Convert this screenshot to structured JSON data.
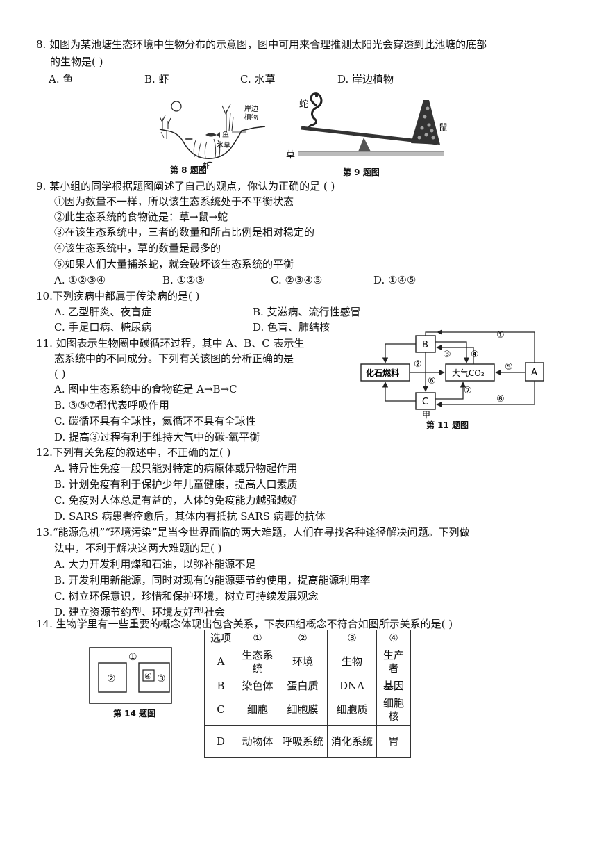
{
  "q8": {
    "stem_line1": "8. 如图为某池塘生态环境中生物分布的示意图，图中可用来合理推测太阳光会穿透到此池塘的底部",
    "stem_line2": "的生物是(    )",
    "options": [
      "A. 鱼",
      "B. 虾",
      "C. 水草",
      "D. 岸边植物"
    ],
    "figure": {
      "label_shore": "岸边",
      "label_plant": "植物",
      "label_fish": "鱼",
      "label_grass": "水草",
      "label_shrimp": "虾",
      "caption": "第 8 题图"
    }
  },
  "q9": {
    "figure": {
      "label_snake": "蛇",
      "label_mouse": "鼠",
      "label_grass": "草",
      "caption": "第 9 题图"
    },
    "stem": "9. 某小组的同学根据题图阐述了自己的观点，你认为正确的是 (    )",
    "statements": [
      "①因为数量不一样，所以该生态系统处于不平衡状态",
      "②此生态系统的食物链是：草→鼠→蛇",
      "③在该生态系统中，三者的数量和所占比例是相对稳定的",
      "④该生态系统中，草的数量是最多的",
      "⑤如果人们大量捕杀蛇，就会破坏该生态系统的平衡"
    ],
    "options": [
      "A. ①②③④",
      "B. ①②③",
      "C. ②③④⑤",
      "D. ①④⑤"
    ]
  },
  "q10": {
    "stem": "10.下列疾病中都属于传染病的是(    )",
    "options": [
      "A. 乙型肝炎、夜盲症",
      "B. 艾滋病、流行性感冒",
      "C. 手足口病、糖尿病",
      "D. 色盲、肺结核"
    ]
  },
  "q11": {
    "stem_line1": "11.  如图表示生物圈中碳循环过程，其中 A、B、C 表示生",
    "stem_line2": "态系统中的不同成分。下列有关该图的分析正确的是",
    "stem_line3": "(    )",
    "options": [
      "A. 图中生态系统中的食物链是 A→B→C",
      "B. ③⑤⑦都代表呼吸作用",
      "C. 碳循环具有全球性，氮循环不具有全球性",
      "D. 提高③过程有利于维持大气中的碳-氧平衡"
    ],
    "figure": {
      "box_b": "B",
      "box_a": "A",
      "box_c": "C",
      "box_fossil": "化石燃料",
      "box_air": "大气CO₂",
      "n1": "①",
      "n2": "②",
      "n3": "③",
      "n4": "④",
      "n5": "⑤",
      "n6": "⑥",
      "n7": "⑦",
      "n8": "⑧",
      "label_jia": "甲",
      "caption": "第 11 题图"
    }
  },
  "q12": {
    "stem": "12.下列有关免疫的叙述中，不正确的是(    )",
    "options": [
      "A. 特异性免疫一般只能对特定的病原体或异物起作用",
      "B. 计划免疫有利于保护少年儿童健康，提高人口素质",
      "C. 免疫对人体总是有益的，人体的免疫能力越强越好",
      "D. SARS 病患者痊愈后，其体内有抵抗 SARS 病毒的抗体"
    ]
  },
  "q13": {
    "stem_line1": "13.“能源危机”“环境污染”是当今世界面临的两大难题，人们在寻找各种途径解决问题。下列做",
    "stem_line2": "法中，不利于解决这两大难题的是(    )",
    "options": [
      "A. 大力开发利用煤和石油，以弥补能源不足",
      "B. 开发利用新能源，同时对现有的能源要节约使用，提高能源利用率",
      "C. 树立环保意识，珍惜和保护环境，树立可持续发展观念",
      "D. 建立资源节约型、环境友好型社会"
    ]
  },
  "q14": {
    "stem": "14. 生物学里有一些重要的概念体现出包含关系，下表四组概念不符合如图所示关系的是(    )",
    "figure": {
      "n1": "①",
      "n2": "②",
      "n3": "③",
      "n4": "④",
      "caption": "第 14 题图"
    },
    "table": {
      "headers": [
        "选项",
        "①",
        "②",
        "③",
        "④"
      ],
      "rows": [
        [
          "A",
          "生态系统",
          "环境",
          "生物",
          "生产者"
        ],
        [
          "B",
          "染色体",
          "蛋白质",
          "DNA",
          "基因"
        ],
        [
          "C",
          "细胞",
          "细胞膜",
          "细胞质",
          "细胞核"
        ],
        [
          "D",
          "动物体",
          "呼吸系统",
          "消化系统",
          "胃"
        ]
      ]
    }
  }
}
